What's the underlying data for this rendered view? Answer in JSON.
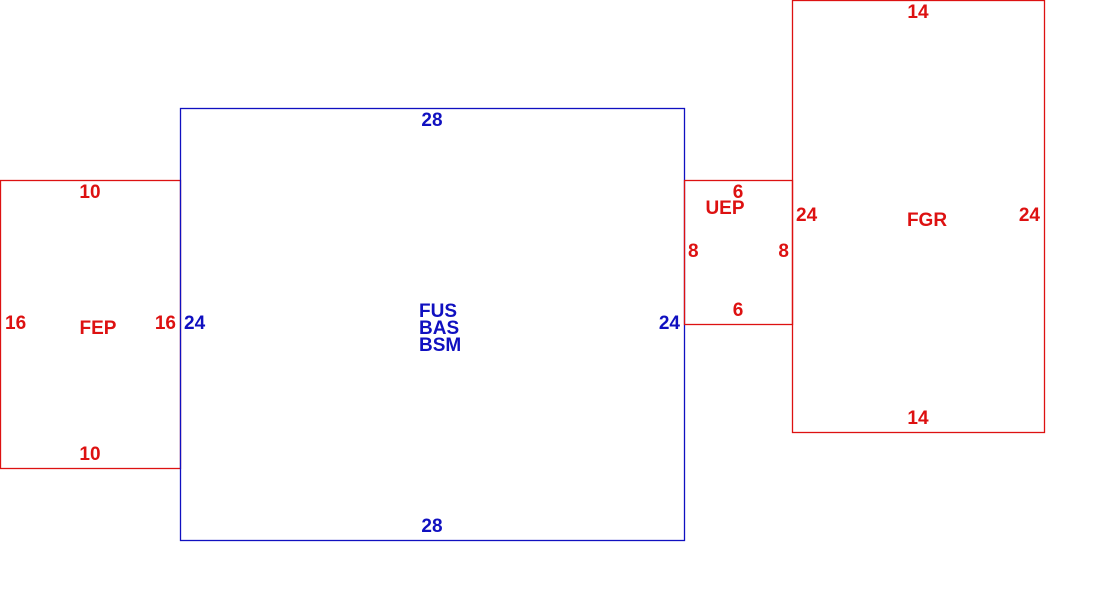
{
  "colors": {
    "red": "#dd1111",
    "blue": "#1010c0"
  },
  "fep": {
    "name": "FEP",
    "top": "10",
    "bottom": "10",
    "left": "16",
    "right": "16"
  },
  "center": {
    "names": [
      "FUS",
      "BAS",
      "BSM"
    ],
    "top": "28",
    "bottom": "28",
    "left": "24",
    "right": "24"
  },
  "uep": {
    "name": "UEP",
    "top": "6",
    "bottom": "6",
    "left": "8",
    "right": "8"
  },
  "fgr": {
    "name": "FGR",
    "top": "14",
    "bottom": "14",
    "left": "24",
    "right": "24"
  }
}
